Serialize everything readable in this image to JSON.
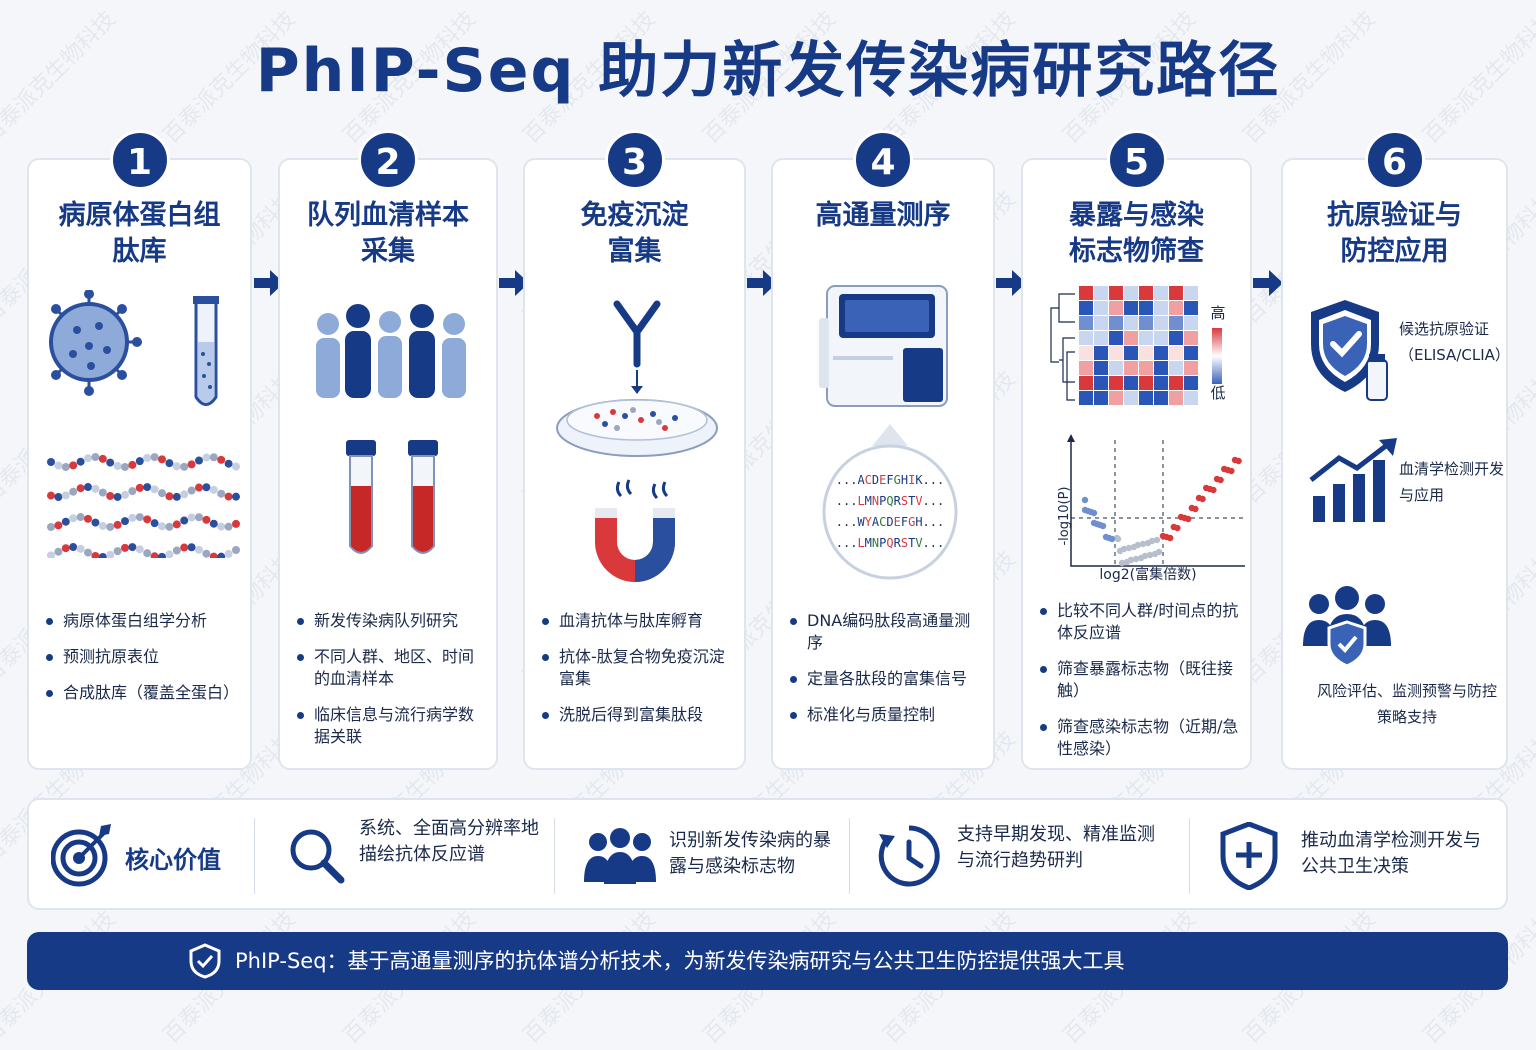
{
  "title": "PhIP-Seq 助力新发传染病研究路径",
  "steps": [
    {
      "number": "1",
      "title_lines": [
        "病原体蛋白组",
        "肽库"
      ],
      "bullets": [
        "病原体蛋白组学分析",
        "预测抗原表位",
        "合成肽库（覆盖全蛋白）"
      ]
    },
    {
      "number": "2",
      "title_lines": [
        "队列血清样本",
        "采集"
      ],
      "bullets": [
        "新发传染病队列研究",
        "不同人群、地区、时间的血清样本",
        "临床信息与流行病学数据关联"
      ]
    },
    {
      "number": "3",
      "title_lines": [
        "免疫沉淀",
        "富集"
      ],
      "bullets": [
        "血清抗体与肽库孵育",
        "抗体-肽复合物免疫沉淀富集",
        "洗脱后得到富集肽段"
      ]
    },
    {
      "number": "4",
      "title_lines": [
        "高通量测序"
      ],
      "bullets": [
        "DNA编码肽段高通量测序",
        "定量各肽段的富集信号",
        "标准化与质量控制"
      ],
      "sequences": [
        "...ACDEFGHIK...",
        "...LMNPQRSTV...",
        "...WYACDEFGH...",
        "...LMNPQRSTV..."
      ]
    },
    {
      "number": "5",
      "title_lines": [
        "暴露与感染",
        "标志物筛查"
      ],
      "bullets": [
        "比较不同人群/时间点的抗体反应谱",
        "筛查暴露标志物（既往接触）",
        "筛查感染标志物（近期/急性感染）"
      ],
      "heatmap_high": "高",
      "heatmap_low": "低",
      "volcano_ylabel": "-log10(P)",
      "volcano_xlabel": "log2(富集倍数)"
    },
    {
      "number": "6",
      "title_lines": [
        "抗原验证与",
        "防控应用"
      ],
      "applications": [
        "候选抗原验证（ELISA/CLIA）",
        "血清学检测开发与应用",
        "风险评估、监测预警与防控策略支持"
      ]
    }
  ],
  "core_value": {
    "label": "核心价值",
    "items": [
      "系统、全面高分辨率地描绘抗体反应谱",
      "识别新发传染病的暴露与感染标志物",
      "支持早期发现、精准监测与流行趋势研判",
      "推动血清学检测开发与公共卫生决策"
    ]
  },
  "footer": "PhIP-Seq：基于高通量测序的抗体谱分析技术，为新发传染病研究与公共卫生防控提供强大工具",
  "watermark": "百泰派克生物科技",
  "colors": {
    "primary": "#173a86",
    "red": "#d9393b",
    "light_blue": "#8eaad8",
    "card_border": "#dfe5ef"
  }
}
